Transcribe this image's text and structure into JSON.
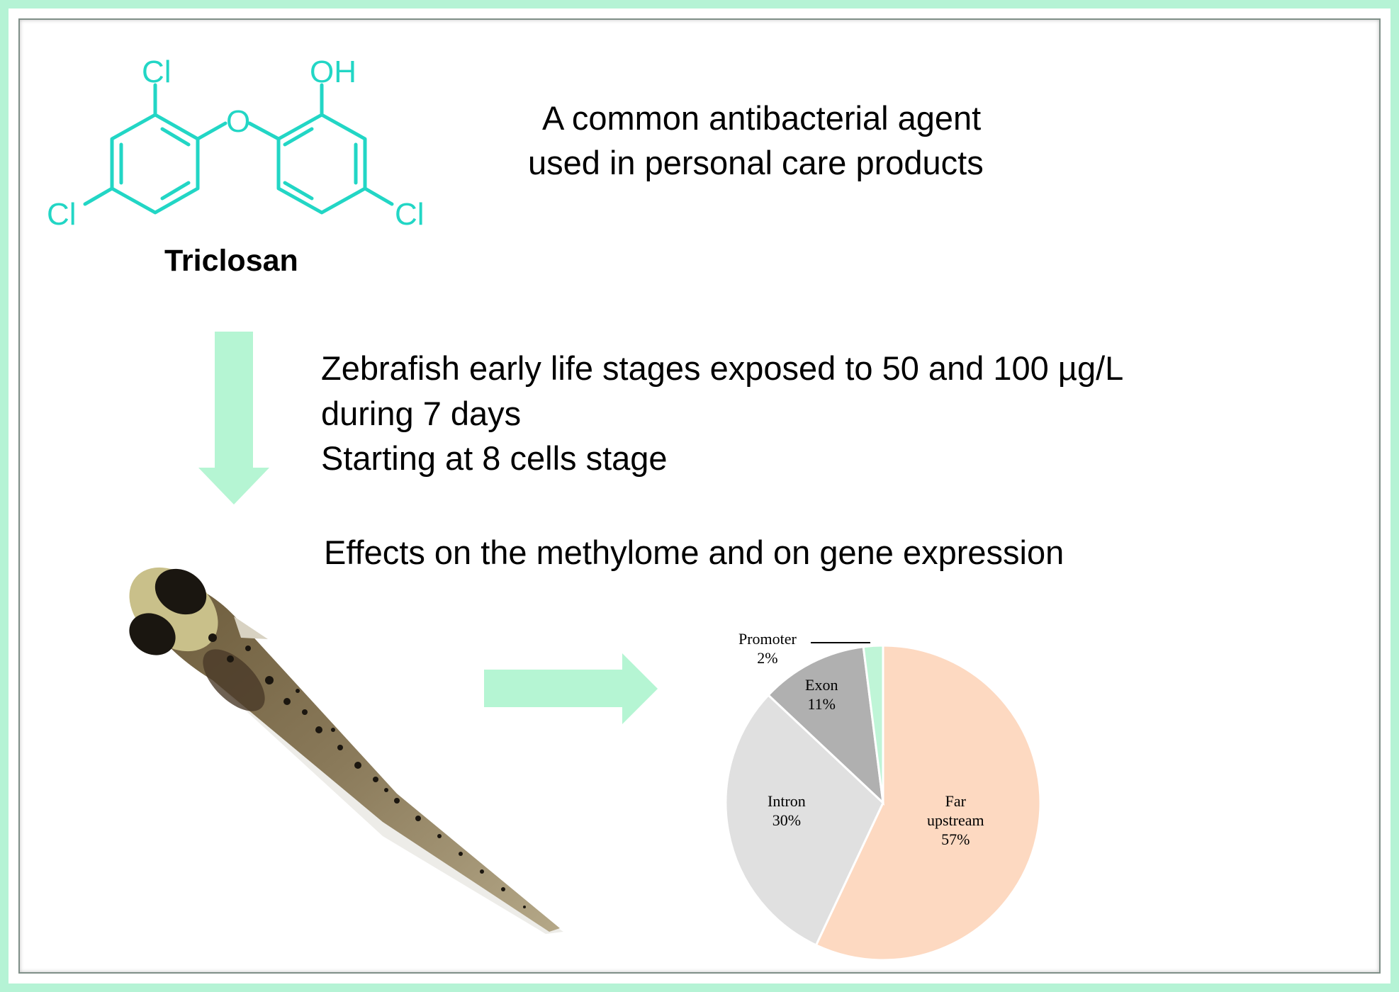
{
  "colors": {
    "frame": "#b5f3d5",
    "molecule": "#22d6c5",
    "arrow": "#b5f5d3"
  },
  "molecule": {
    "name": "Triclosan",
    "atoms": {
      "cl_top": "Cl",
      "oh": "OH",
      "o": "O",
      "cl_left": "Cl",
      "cl_right": "Cl"
    }
  },
  "text": {
    "description_line1": "A common antibacterial agent",
    "description_line2": "used in personal care products",
    "exposure_line1": "Zebrafish early life stages  exposed to 50 and 100 µg/L",
    "exposure_line2": "during 7 days",
    "exposure_line3": "Starting at 8 cells stage",
    "effects": "Effects on the methylome and on gene expression"
  },
  "icons": {
    "down_arrow": "down-arrow-icon",
    "right_arrow": "right-arrow-icon",
    "larva": "zebrafish-larva-image"
  },
  "chart_data": {
    "type": "pie",
    "title": "",
    "slices": [
      {
        "label": "Far upstream",
        "value": 57,
        "color": "#fdd9c1",
        "display_lines": [
          "Far",
          "upstream",
          "57%"
        ]
      },
      {
        "label": "Intron",
        "value": 30,
        "color": "#e0e0e0",
        "display_lines": [
          "Intron",
          "30%"
        ]
      },
      {
        "label": "Exon",
        "value": 11,
        "color": "#b0b0b0",
        "display_lines": [
          "Exon",
          "11%"
        ]
      },
      {
        "label": "Promoter",
        "value": 2,
        "color": "#bff5d7",
        "display_lines": [
          "Promoter",
          "2%"
        ]
      }
    ]
  }
}
